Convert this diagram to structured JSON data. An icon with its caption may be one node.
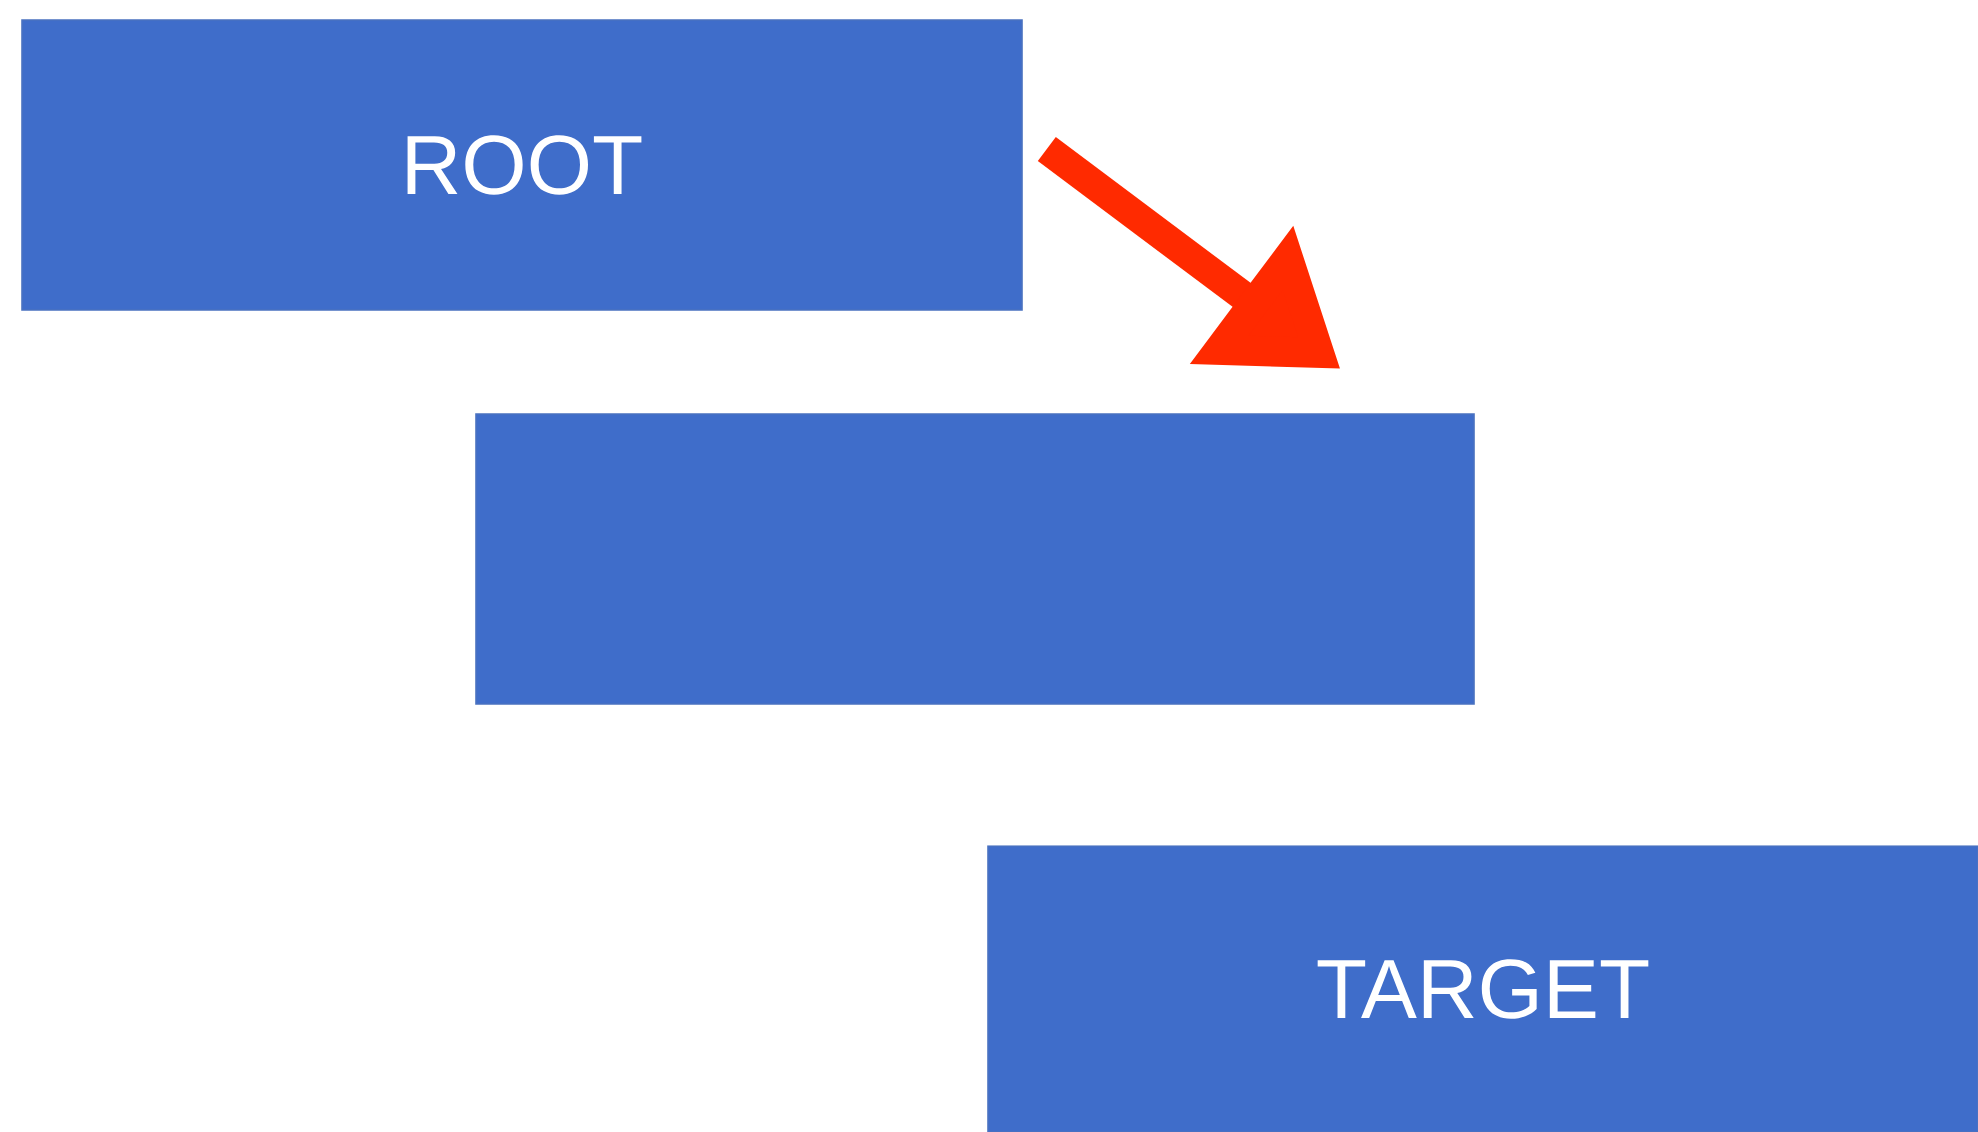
{
  "diagram": {
    "nodes": [
      {
        "text": [
          "ROOT"
        ]
      },
      {
        "text": [],
        "shape": "box"
      },
      {
        "text": [
          "TARGET"
        ]
      }
    ],
    "edges": [
      {
        "from": 0,
        "to": 1,
        "arrow": "to"
      }
    ]
  }
}
